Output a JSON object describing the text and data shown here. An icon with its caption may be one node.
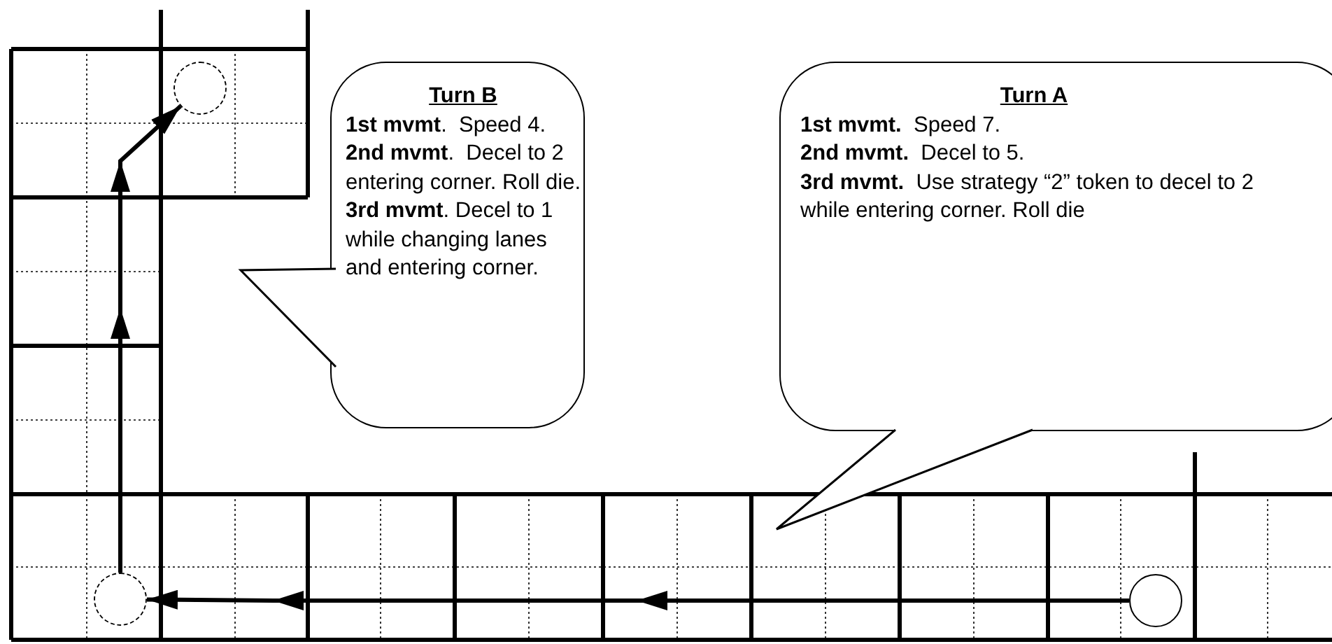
{
  "diagram": {
    "nodes": [
      {
        "text": [
          "Turn B",
          "**1st mvmt**.  Speed 4.",
          "**2nd mvmt**.  Decel to 2 entering corner. Roll die.",
          "**3rd mvmt**. Decel to 1 while changing lanes and entering corner."
        ]
      },
      {
        "text": [
          "Turn A",
          "**1st mvmt.**  Speed 7.",
          "**2nd mvmt.**  Decel to 5.",
          "**3rd mvmt.**  Use strategy “2” token to decel to 2 while entering corner. Roll die"
        ]
      },
      {
        "text": [],
        "shape": "circle"
      },
      {
        "text": [],
        "shape": "circle"
      },
      {
        "text": [],
        "shape": "circle"
      }
    ],
    "edges": [
      {
        "from": 4,
        "to": 3,
        "arrow": "to"
      },
      {
        "from": 3,
        "to": 2,
        "arrow": "to"
      }
    ]
  }
}
